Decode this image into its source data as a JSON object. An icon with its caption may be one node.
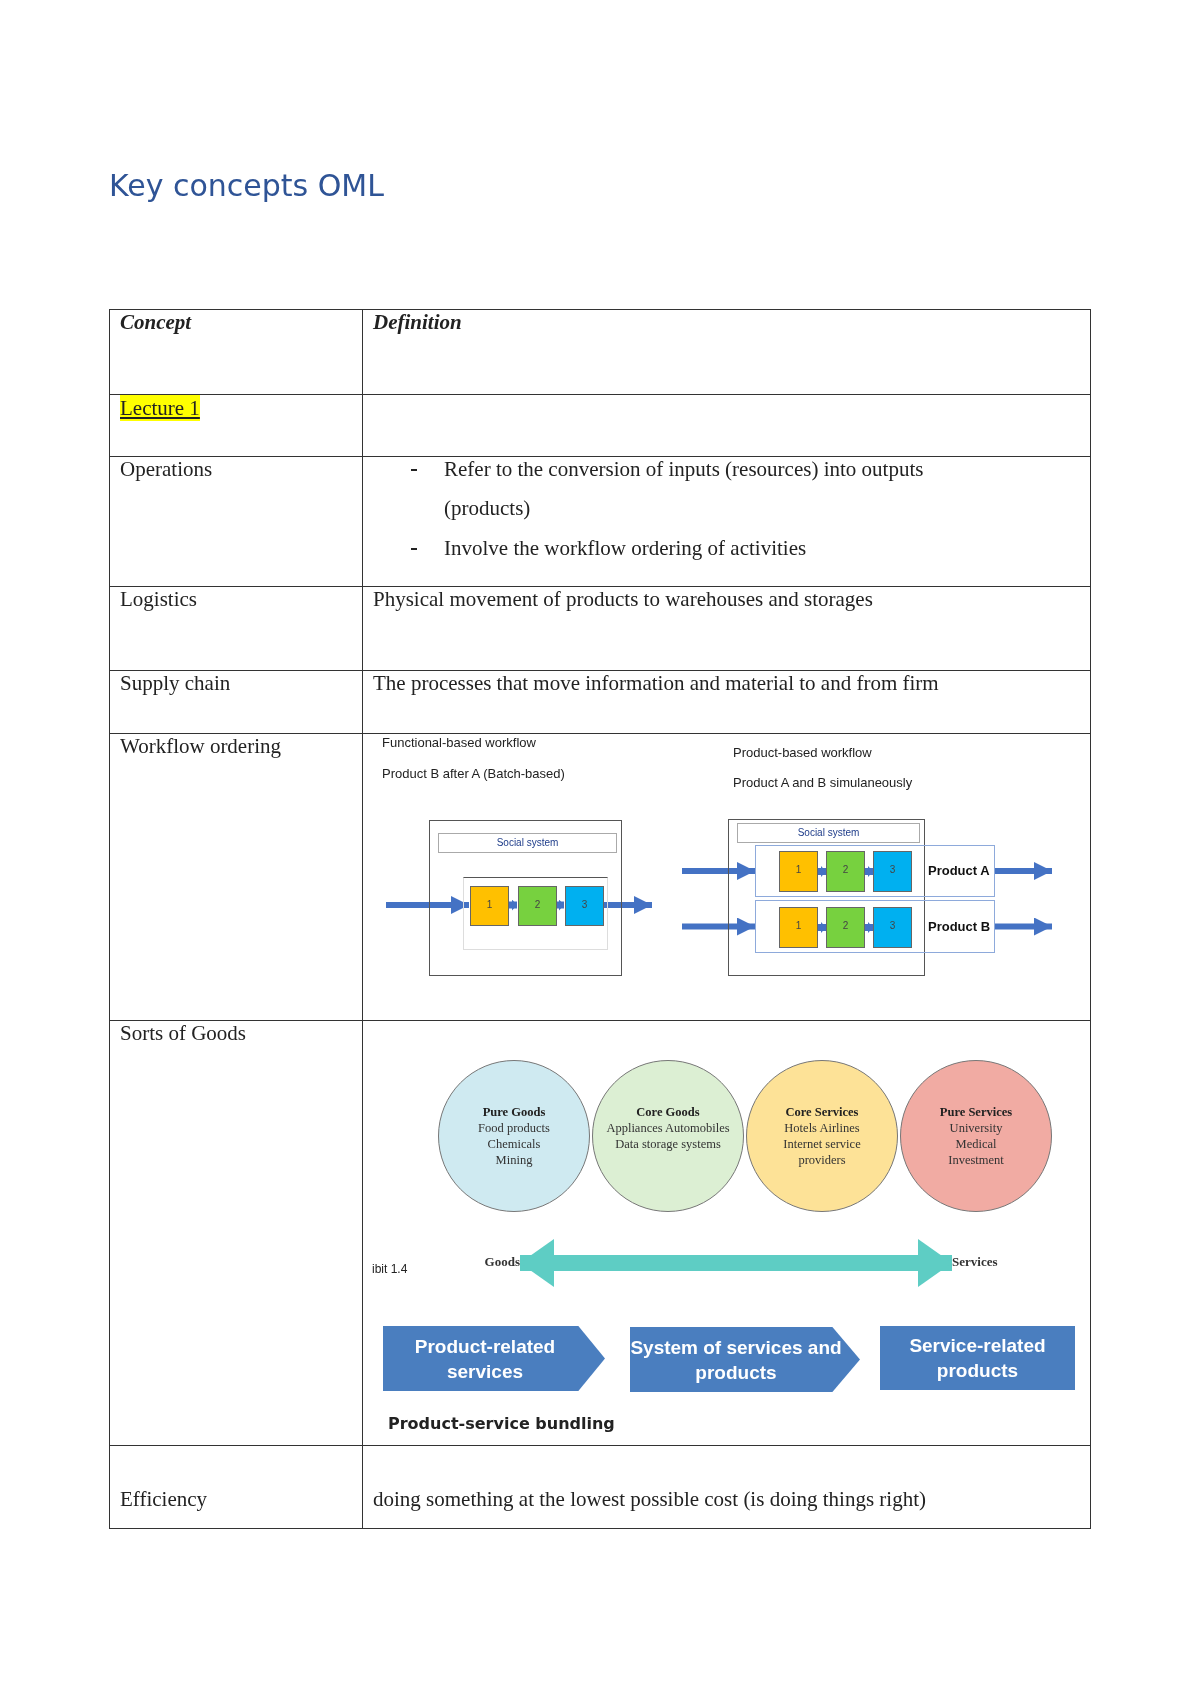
{
  "diagram": {
    "title": "Key concepts OML",
    "nodes": [
      {
        "text": [
          "Social system"
        ]
      },
      {
        "text": [
          "1"
        ],
        "in": 0
      },
      {
        "text": [
          "2"
        ],
        "in": 0
      },
      {
        "text": [
          "3"
        ],
        "in": 0
      },
      {
        "text": [
          "Social system"
        ]
      },
      {
        "text": [
          "Product A"
        ]
      },
      {
        "text": [
          "1"
        ]
      },
      {
        "text": [
          "2"
        ]
      },
      {
        "text": [
          "3"
        ]
      },
      {
        "text": [
          "Product B"
        ]
      },
      {
        "text": [
          "1"
        ]
      },
      {
        "text": [
          "2"
        ]
      },
      {
        "text": [
          "3"
        ]
      },
      {
        "text": [
          "Pure Goods",
          "Food products Chemicals Mining"
        ]
      },
      {
        "text": [
          "Core Goods",
          "Appliances Automobiles Data storage systems"
        ]
      },
      {
        "text": [
          "Core Services",
          "Hotels Airlines Internet service providers"
        ]
      },
      {
        "text": [
          "Pure Services",
          "University Medical Investment"
        ]
      },
      {
        "text": [
          "Goods"
        ]
      },
      {
        "text": [
          "Services"
        ]
      },
      {
        "text": [
          "Product-related services"
        ]
      },
      {
        "text": [
          "System of services and products"
        ]
      },
      {
        "text": [
          "Service-related products"
        ]
      }
    ],
    "edges": [
      {
        "from": null,
        "to": 1,
        "arrow": "to"
      },
      {
        "from": 1,
        "to": 2,
        "arrow": "to"
      },
      {
        "from": 2,
        "to": 3,
        "arrow": "to"
      },
      {
        "from": 3,
        "to": null,
        "arrow": "to"
      },
      {
        "from": null,
        "to": 5,
        "arrow": "to"
      },
      {
        "from": 6,
        "to": 7,
        "arrow": "to"
      },
      {
        "from": 7,
        "to": 8,
        "arrow": "to"
      },
      {
        "from": 5,
        "to": null,
        "arrow": "to"
      },
      {
        "from": null,
        "to": 9,
        "arrow": "to"
      },
      {
        "from": 10,
        "to": 11,
        "arrow": "to"
      },
      {
        "from": 11,
        "to": 12,
        "arrow": "to"
      },
      {
        "from": 9,
        "to": null,
        "arrow": "to"
      },
      {
        "from": 17,
        "to": 18,
        "arrow": "both",
        "style": "thick",
        "color": "#5ecdc4"
      }
    ],
    "labels": [
      "Concept",
      "Definition",
      "Lecture 1",
      "Operations",
      "Refer to the conversion of inputs (resources) into outputs (products)",
      "Involve the workflow ordering of activities",
      "Logistics",
      "Physical movement of products to warehouses and storages",
      "Supply chain",
      "The processes that move information and material to and from firm",
      "Workflow ordering",
      "Functional-based workflow",
      "Product B after A (Batch-based)",
      "Product-based workflow",
      "Product A and B simulaneously",
      "Sorts of Goods",
      "ibit 1.4",
      "Product-service bundling",
      "Efficiency",
      "doing something at the lowest possible cost (is doing things right)"
    ]
  }
}
